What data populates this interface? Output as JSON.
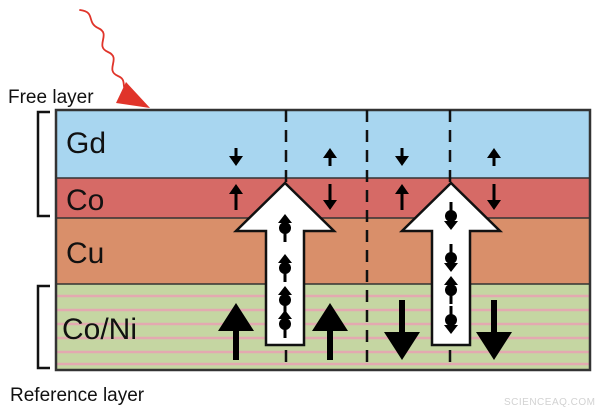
{
  "labels": {
    "free_layer": "Free layer",
    "reference_layer": "Reference layer"
  },
  "layers": [
    {
      "name": "Gd",
      "color": "#a8d6f0"
    },
    {
      "name": "Co",
      "color": "#d66a66"
    },
    {
      "name": "Cu",
      "color": "#d98f6a"
    },
    {
      "name": "Co/Ni",
      "color": "#c5d6a2",
      "stripe_color": "#e3a9b0"
    }
  ],
  "laser_pulse_color": "#e0342a",
  "arrow_color": "#000000",
  "watermark": "SCIENCEAQ.COM"
}
